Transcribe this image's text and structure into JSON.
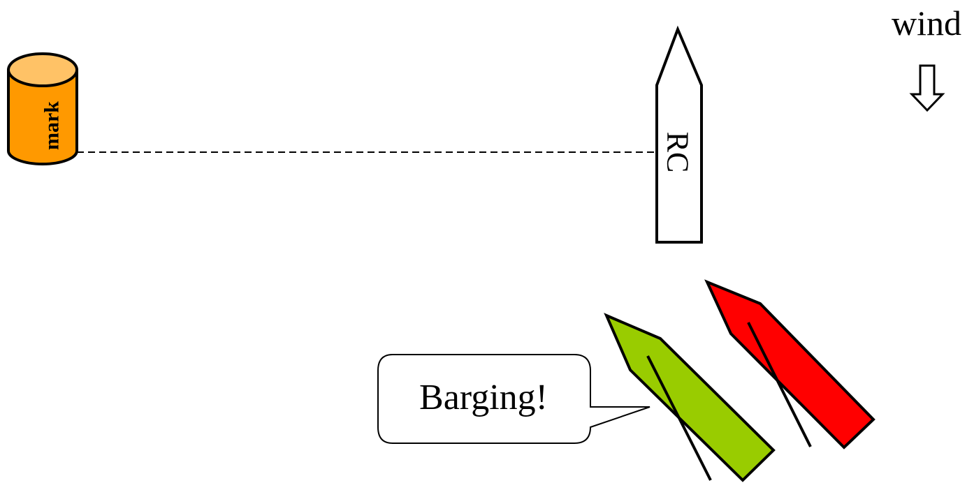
{
  "wind": {
    "label": "wind",
    "icon": "down-arrow-icon"
  },
  "mark": {
    "label": "mark",
    "color": "#ff9900",
    "top_color": "#ffc266"
  },
  "committee_boat": {
    "label": "RC"
  },
  "boats": {
    "green": {
      "color": "#99cc00"
    },
    "red": {
      "color": "#ff0000"
    }
  },
  "callout": {
    "text": "Barging!"
  }
}
